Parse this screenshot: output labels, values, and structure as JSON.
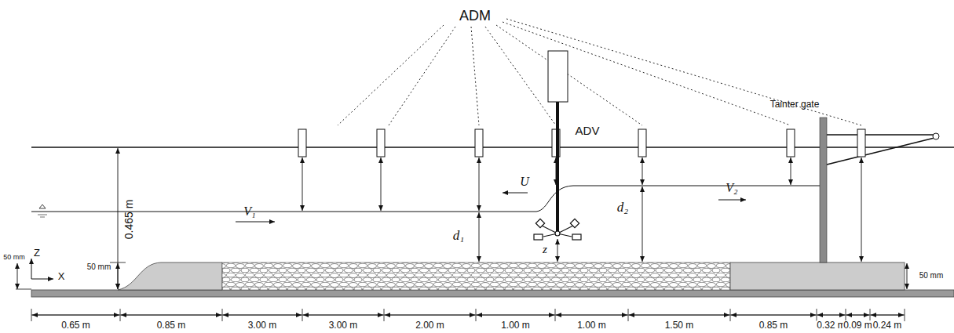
{
  "diagram": {
    "labels": [
      "ADM",
      "ADV",
      "Tainter gate",
      "0.465 m",
      "Z",
      "X",
      "50 mm",
      "50 mm",
      "50 mm",
      "U",
      "V₁",
      "V₂",
      "d₁",
      "d₂",
      "z",
      "0.65 m",
      "0.85 m",
      "3.00 m",
      "3.00 m",
      "2.00 m",
      "1.00 m",
      "1.00 m",
      "1.50 m",
      "0.85 m",
      "0.32 m",
      "0.09 m",
      "0.24 m"
    ]
  }
}
